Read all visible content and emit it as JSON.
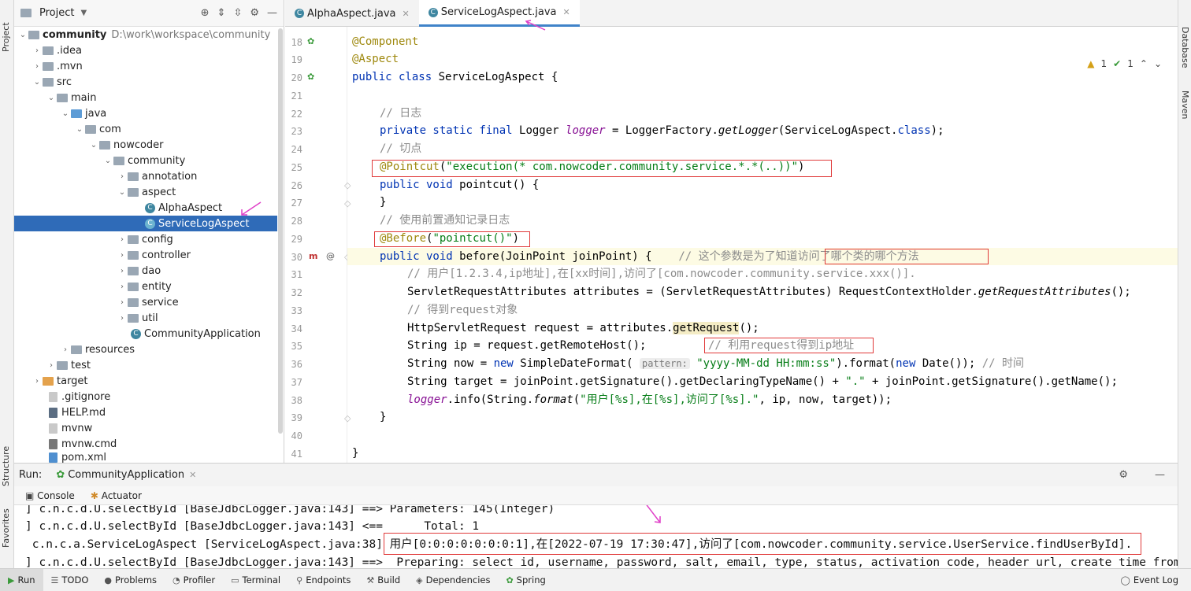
{
  "left_strip": {
    "project": "Project",
    "structure": "Structure",
    "favorites": "Favorites"
  },
  "right_strip": {
    "database": "Database",
    "maven": "Maven"
  },
  "project_panel": {
    "title": "Project",
    "rows": [
      {
        "label": "community",
        "extra": "D:\\work\\workspace\\community"
      },
      {
        "label": ".idea"
      },
      {
        "label": ".mvn"
      },
      {
        "label": "src"
      },
      {
        "label": "main"
      },
      {
        "label": "java"
      },
      {
        "label": "com"
      },
      {
        "label": "nowcoder"
      },
      {
        "label": "community"
      },
      {
        "label": "annotation"
      },
      {
        "label": "aspect"
      },
      {
        "label": "AlphaAspect"
      },
      {
        "label": "ServiceLogAspect"
      },
      {
        "label": "config"
      },
      {
        "label": "controller"
      },
      {
        "label": "dao"
      },
      {
        "label": "entity"
      },
      {
        "label": "service"
      },
      {
        "label": "util"
      },
      {
        "label": "CommunityApplication"
      },
      {
        "label": "resources"
      },
      {
        "label": "test"
      },
      {
        "label": "target"
      },
      {
        "label": ".gitignore"
      },
      {
        "label": "HELP.md"
      },
      {
        "label": "mvnw"
      },
      {
        "label": "mvnw.cmd"
      },
      {
        "label": "pom.xml"
      }
    ]
  },
  "tabs": [
    {
      "label": "AlphaAspect.java"
    },
    {
      "label": "ServiceLogAspect.java"
    }
  ],
  "inspections": {
    "warnings": "1",
    "ok": "1"
  },
  "line_numbers": [
    "18",
    "19",
    "20",
    "21",
    "22",
    "23",
    "24",
    "25",
    "26",
    "27",
    "28",
    "29",
    "30",
    "31",
    "32",
    "33",
    "34",
    "35",
    "36",
    "37",
    "38",
    "39",
    "40",
    "41"
  ],
  "code": {
    "l18": "@Component",
    "l19": "@Aspect",
    "l20_kw": "public class ",
    "l20_name": "ServiceLogAspect {",
    "l22": "// 日志",
    "l23_kw": "private static final ",
    "l23_a": "Logger ",
    "l23_field": "logger",
    "l23_b": " = LoggerFactory.",
    "l23_method": "getLogger",
    "l23_c": "(ServiceLogAspect.",
    "l23_class": "class",
    "l23_d": ");",
    "l24": "// 切点",
    "l25_an": "@Pointcut",
    "l25_a": "(",
    "l25_str": "\"execution(* com.nowcoder.community.service.*.*(..))\"",
    "l25_b": ")",
    "l26_kw": "public void ",
    "l26_a": "pointcut() {",
    "l27": "}",
    "l28": "// 使用前置通知记录日志",
    "l29_an": "@Before",
    "l29_a": "(",
    "l29_str": "\"pointcut()\"",
    "l29_b": ")",
    "l30_kw": "public void ",
    "l30_a": "before(JoinPoint joinPoint) {    ",
    "l30_cm": "// 这个参数是为了知道访问了哪个类的哪个方法",
    "l31": "// 用户[1.2.3.4,ip地址],在[xx时间],访问了[com.nowcoder.community.service.xxx()].",
    "l32_a": "ServletRequestAttributes attributes = (ServletRequestAttributes) RequestContextHolder.",
    "l32_method": "getRequestAttributes",
    "l32_b": "();",
    "l33": "// 得到request对象",
    "l34_a": "HttpServletRequest request = attributes.",
    "l34_method": "getRequest",
    "l34_b": "();",
    "l35_a": "String ip = request.getRemoteHost();",
    "l35_cm": "// 利用request得到ip地址",
    "l36_a": "String now = ",
    "l36_kw": "new ",
    "l36_b": "SimpleDateFormat( ",
    "l36_hint": "pattern:",
    "l36_str": " \"yyyy-MM-dd HH:mm:ss\"",
    "l36_c": ").format(",
    "l36_kw2": "new ",
    "l36_d": "Date()); ",
    "l36_cm": "// 时间",
    "l37_a": "String target = joinPoint.getSignature().getDeclaringTypeName() + ",
    "l37_str": "\".\"",
    "l37_b": " + joinPoint.getSignature().getName();",
    "l38_field": "logger",
    "l38_a": ".info(String.",
    "l38_method": "format",
    "l38_b": "(",
    "l38_str": "\"用户[%s],在[%s],访问了[%s].\"",
    "l38_c": ", ip, now, target));",
    "l39": "}",
    "l41": "}"
  },
  "run_panel": {
    "run_label": "Run:",
    "config": "CommunityApplication",
    "console_tab": "Console",
    "actuator_tab": "Actuator",
    "lines": [
      "] c.n.c.d.U.selectById [BaseJdbcLogger.java:143] ==> Parameters: 145(Integer)",
      "] c.n.c.d.U.selectById [BaseJdbcLogger.java:143] <==      Total: 1",
      " c.n.c.a.ServiceLogAspect [ServiceLogAspect.java:38] 用户[0:0:0:0:0:0:0:1],在[2022-07-19 17:30:47],访问了[com.nowcoder.community.service.UserService.findUserById].",
      "] c.n.c.d.U.selectById [BaseJdbcLogger.java:143] ==>  Preparing: select id, username, password, salt, email, type, status, activation_code, header_url, create_time from"
    ]
  },
  "bottom_tools": [
    {
      "label": "Run",
      "icon": "run-icon"
    },
    {
      "label": "TODO",
      "icon": "todo-icon"
    },
    {
      "label": "Problems",
      "icon": "problems-icon"
    },
    {
      "label": "Profiler",
      "icon": "profiler-icon"
    },
    {
      "label": "Terminal",
      "icon": "terminal-icon"
    },
    {
      "label": "Endpoints",
      "icon": "endpoints-icon"
    },
    {
      "label": "Build",
      "icon": "build-icon"
    },
    {
      "label": "Dependencies",
      "icon": "dependencies-icon"
    },
    {
      "label": "Spring",
      "icon": "spring-icon"
    },
    {
      "label": "Event Log",
      "icon": "event-log-icon"
    }
  ],
  "colors": {
    "selection": "#2f6bb8",
    "annotation_box": "#e03a3a",
    "arrow": "#e040c8"
  }
}
